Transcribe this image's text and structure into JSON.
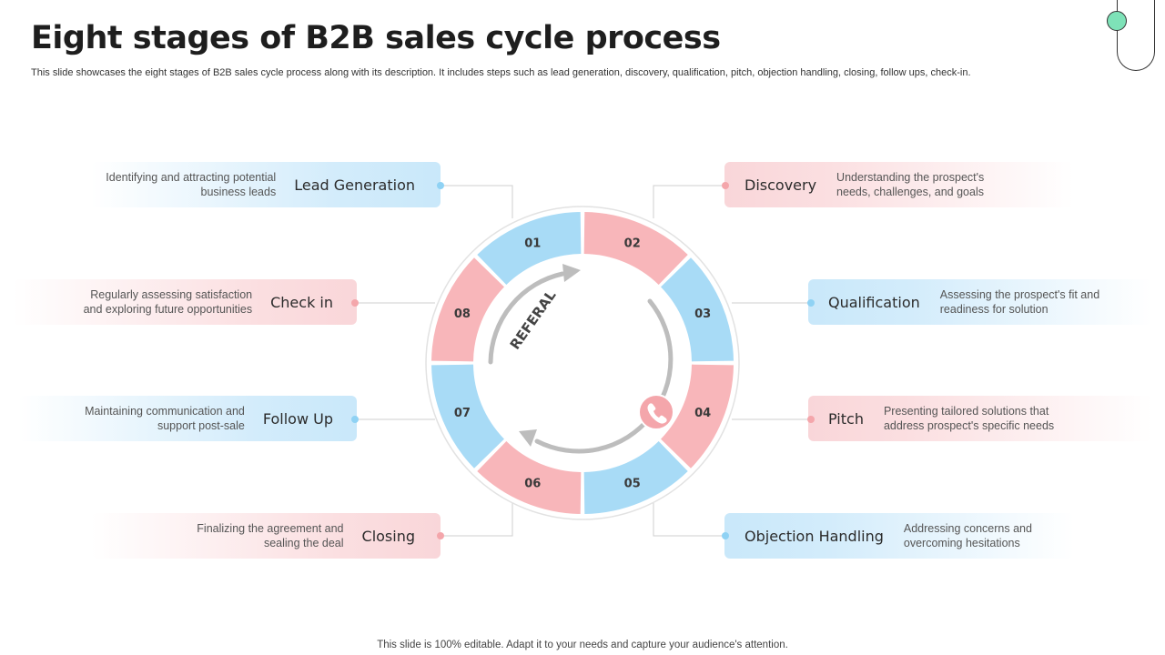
{
  "header": {
    "title": "Eight stages of B2B sales cycle process",
    "subtitle": "This slide showcases the eight stages of B2B sales cycle process along with its description. It includes steps such as lead generation, discovery, qualification, pitch, objection handling, closing, follow ups, check-in."
  },
  "center": {
    "label": "REFERAL",
    "icon": "phone-icon"
  },
  "segments": [
    "01",
    "02",
    "03",
    "04",
    "05",
    "06",
    "07",
    "08"
  ],
  "stages": {
    "lead_generation": {
      "label": "Lead Generation",
      "desc_line1": "Identifying and attracting potential",
      "desc_line2": "business leads"
    },
    "discovery": {
      "label": "Discovery",
      "desc_line1": "Understanding the prospect's",
      "desc_line2": "needs, challenges, and goals"
    },
    "qualification": {
      "label": "Qualification",
      "desc_line1": "Assessing the prospect's fit and",
      "desc_line2": "readiness for solution"
    },
    "pitch": {
      "label": "Pitch",
      "desc_line1": "Presenting tailored solutions that",
      "desc_line2": "address prospect's specific needs"
    },
    "objection_handling": {
      "label": "Objection Handling",
      "desc_line1": "Addressing concerns and",
      "desc_line2": "overcoming hesitations"
    },
    "closing": {
      "label": "Closing",
      "desc_line1": "Finalizing the agreement and",
      "desc_line2": "sealing the deal"
    },
    "follow_up": {
      "label": "Follow Up",
      "desc_line1": "Maintaining communication and",
      "desc_line2": "support post-sale"
    },
    "check_in": {
      "label": "Check in",
      "desc_line1": "Regularly assessing satisfaction",
      "desc_line2": "and exploring future opportunities"
    }
  },
  "footer": {
    "text": "This slide is 100% editable. Adapt it to your needs and capture your audience's attention."
  },
  "colors": {
    "blue": "#a8dbf6",
    "pink": "#f8b6ba",
    "blue_dot": "#8fd2f4",
    "pink_dot": "#f4a6ab",
    "arrow": "#bdbdbd",
    "phone_bg": "#f4a6ab"
  }
}
